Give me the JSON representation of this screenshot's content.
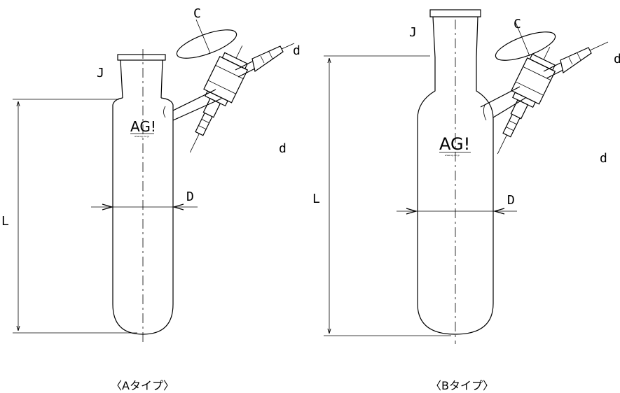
{
  "labels": {
    "joint": "J",
    "cock": "C",
    "hose": "d",
    "length": "L",
    "diameter": "D"
  },
  "logo": {
    "text": "AG!",
    "url": "www.ag-inc.jp"
  },
  "captions": {
    "type_a": "〈Aタイプ〉",
    "type_b": "〈Bタイプ〉"
  }
}
